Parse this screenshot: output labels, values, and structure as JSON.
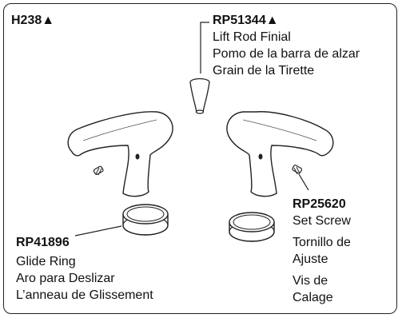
{
  "header": {
    "model": "H238▲"
  },
  "parts": {
    "lift_rod_finial": {
      "part_number": "RP51344▲",
      "name_en": "Lift Rod Finial",
      "name_es": "Pomo de la barra de alzar",
      "name_fr": "Grain de la Tirette"
    },
    "set_screw": {
      "part_number": "RP25620",
      "name_en": "Set Screw",
      "name_es_line1": "Tornillo de",
      "name_es_line2": "Ajuste",
      "name_fr_line1": "Vis de",
      "name_fr_line2": "Calage"
    },
    "glide_ring": {
      "part_number": "RP41896",
      "name_en": "Glide Ring",
      "name_es": "Aro para Deslizar",
      "name_fr": "L’anneau de Glissement"
    }
  }
}
